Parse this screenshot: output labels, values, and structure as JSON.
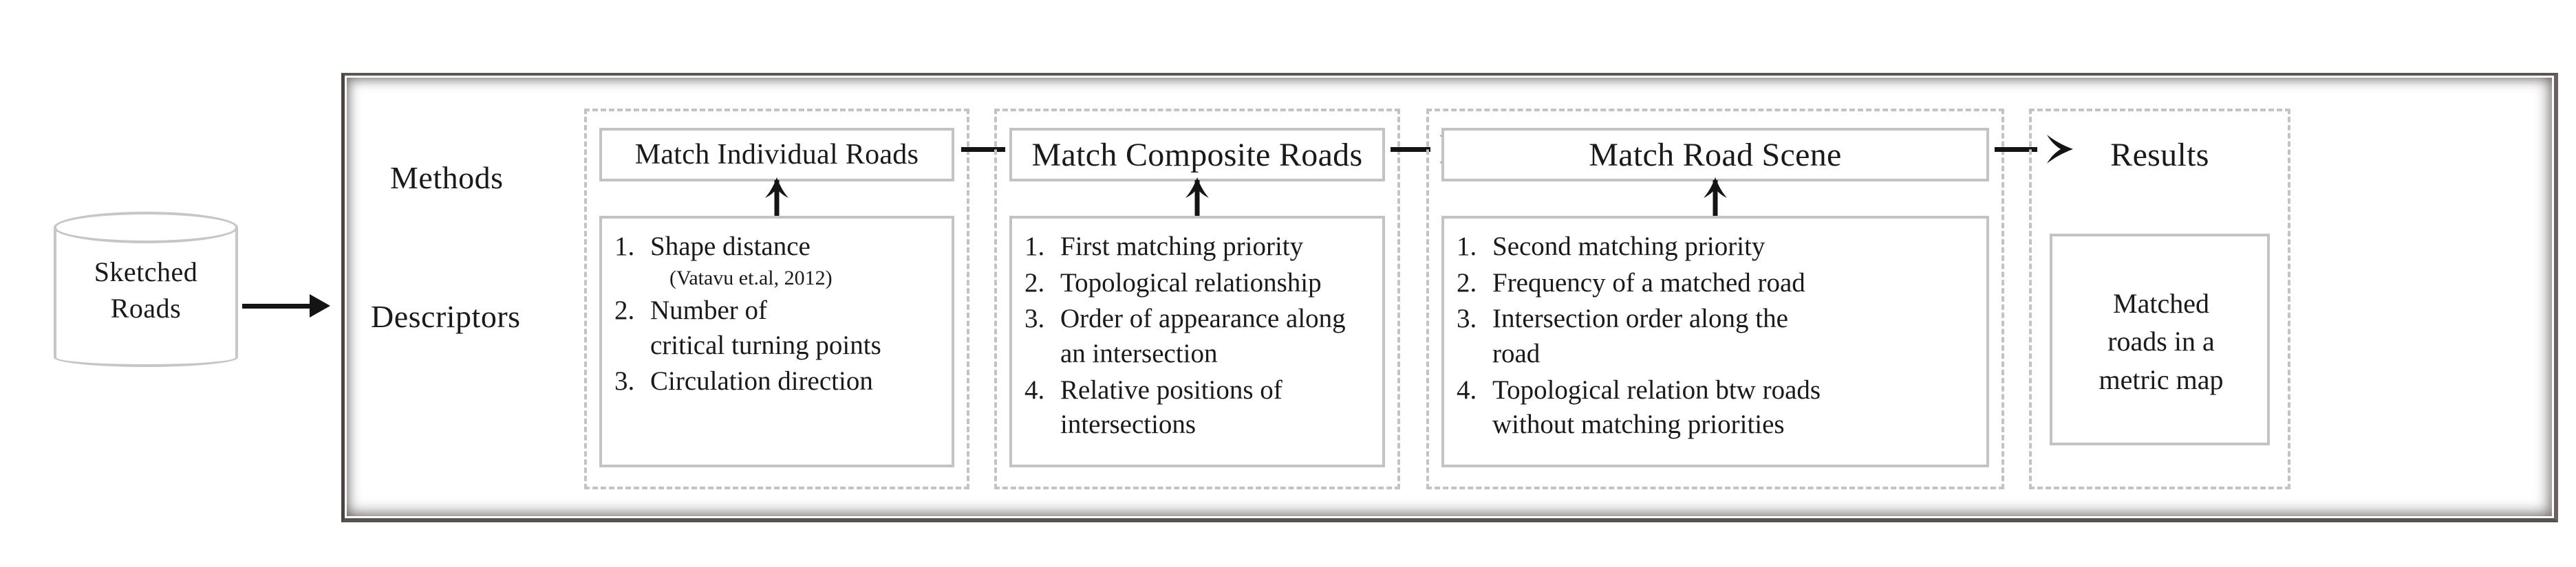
{
  "source": {
    "name": "database-cylinder",
    "label": "Sketched\nRoads",
    "line1": "Sketched",
    "line2": "Roads"
  },
  "row_labels": {
    "methods": "Methods",
    "descriptors": "Descriptors"
  },
  "stages": [
    {
      "id": "match-individual-roads",
      "method": "Match Individual Roads",
      "descriptors": [
        {
          "num": "1.",
          "text": "Shape distance",
          "cite": "(Vatavu et.al, 2012)"
        },
        {
          "num": "2.",
          "text": "Number of\ncritical turning points"
        },
        {
          "num": "3.",
          "text": "Circulation direction"
        }
      ]
    },
    {
      "id": "match-composite-roads",
      "method": "Match Composite Roads",
      "descriptors": [
        {
          "num": "1.",
          "text": "First matching priority"
        },
        {
          "num": "2.",
          "text": "Topological relationship"
        },
        {
          "num": "3.",
          "text": "Order of appearance along\nan intersection"
        },
        {
          "num": "4.",
          "text": "Relative positions of\nintersections"
        }
      ]
    },
    {
      "id": "match-road-scene",
      "method": "Match Road Scene",
      "descriptors": [
        {
          "num": "1.",
          "text": "Second matching priority"
        },
        {
          "num": "2.",
          "text": "Frequency of a matched road"
        },
        {
          "num": "3.",
          "text": "Intersection order along the\nroad"
        },
        {
          "num": "4.",
          "text": "Topological relation btw roads\nwithout matching priorities"
        }
      ]
    },
    {
      "id": "results",
      "method": "Results",
      "result_text": "Matched\nroads in a\nmetric map"
    }
  ],
  "colors": {
    "box_border": "#c3c3c3",
    "frame_border": "#5a5452",
    "arrow": "#141414",
    "text": "#1a1a1a",
    "background": "#ffffff"
  },
  "icons": {
    "cylinder": "database-cylinder-icon",
    "arrow_right_solid": "arrow-right-solid-icon",
    "arrow_right_open": "arrow-right-open-icon",
    "arrow_up_open": "arrow-up-open-icon"
  }
}
